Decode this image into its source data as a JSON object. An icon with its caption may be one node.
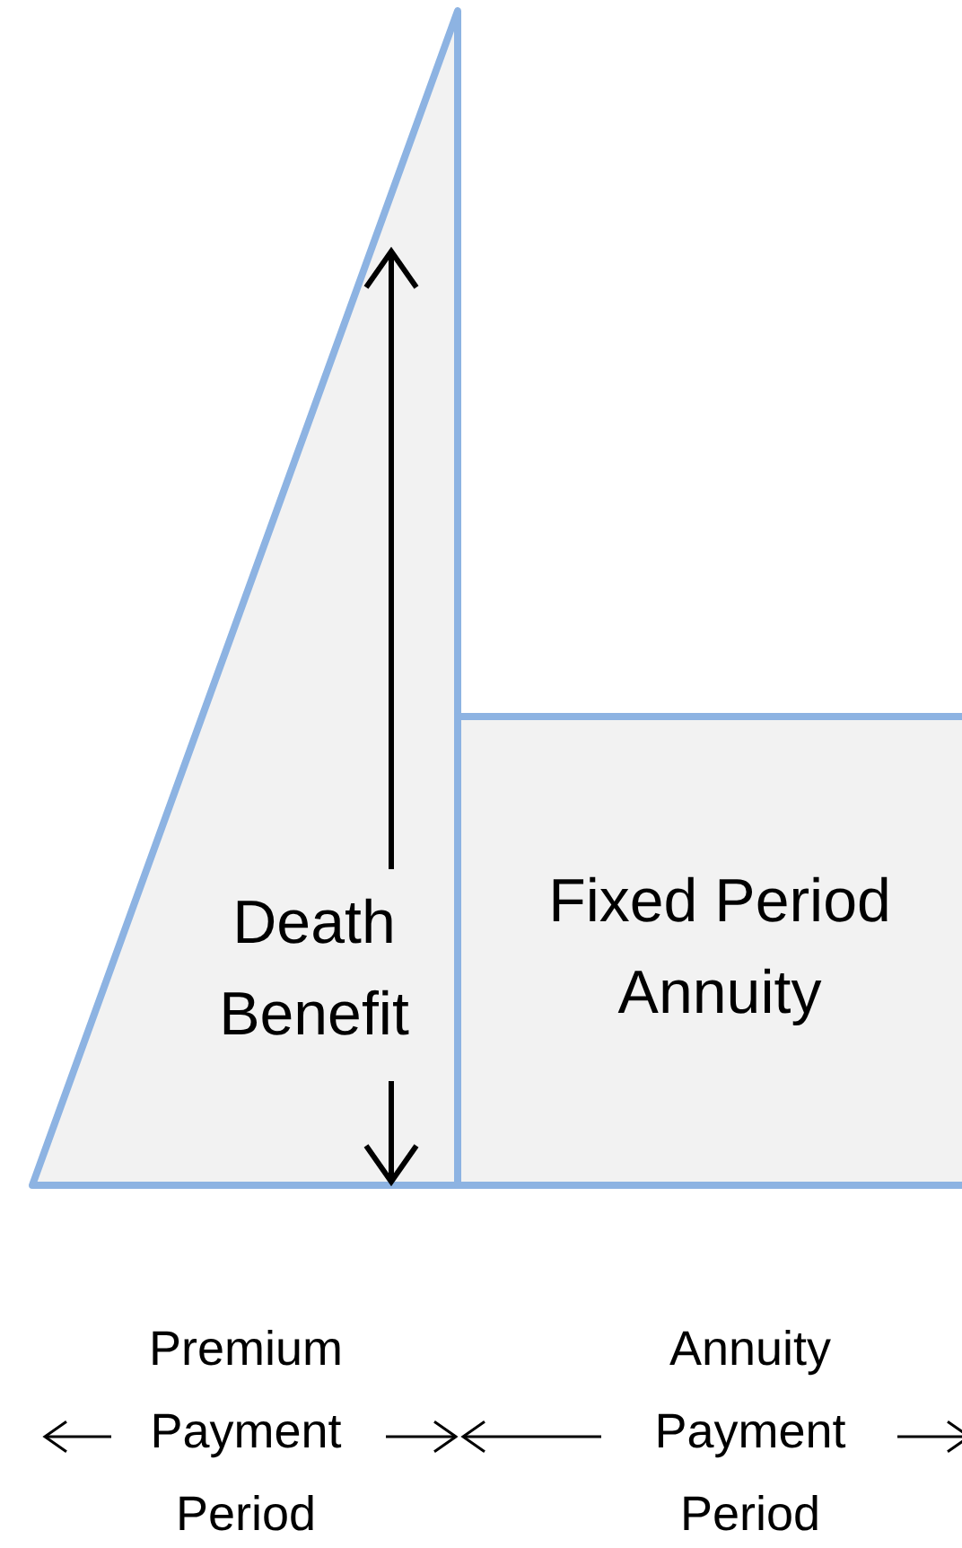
{
  "diagram": {
    "nodes": [
      {
        "text": [
          "Death Benefit"
        ]
      },
      {
        "text": [
          "Fixed Period Annuity"
        ]
      }
    ],
    "labels": [
      "Premium Payment Period",
      "Annuity Payment Period"
    ]
  }
}
